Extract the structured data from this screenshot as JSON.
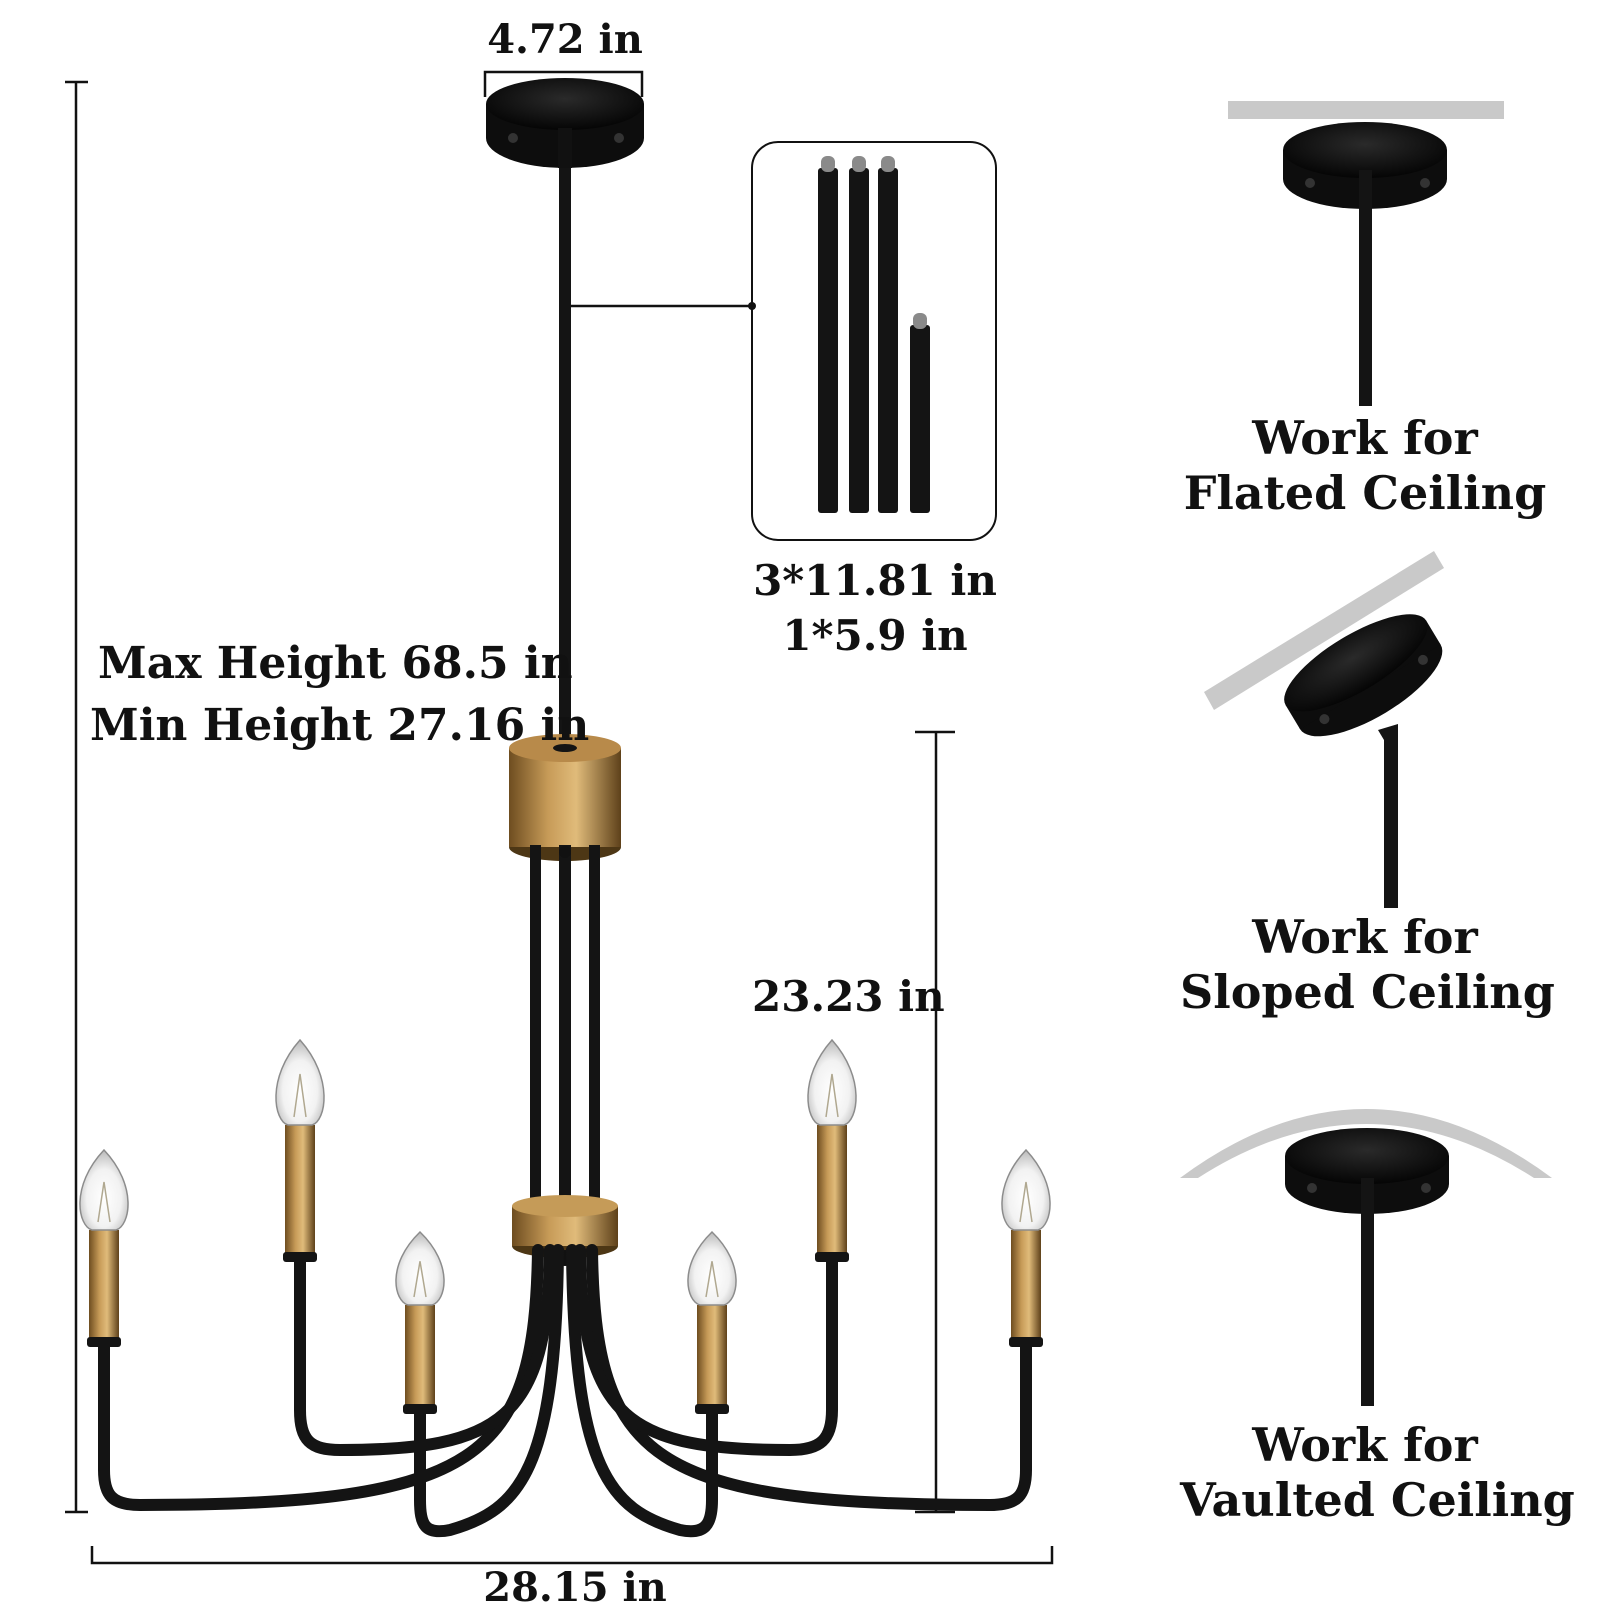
{
  "dimensions": {
    "canopy_width": "4.72 in",
    "rod_sizes_line1": "3*11.81 in",
    "rod_sizes_line2": "1*5.9 in",
    "max_height": "Max Height 68.5 in",
    "min_height": "Min Height 27.16 in",
    "body_height": "23.23 in",
    "total_width": "28.15 in"
  },
  "mounting": [
    {
      "line1": "Work for",
      "line2": "Flated Ceiling"
    },
    {
      "line1": "Work for",
      "line2": "Sloped Ceiling"
    },
    {
      "line1": "Work for",
      "line2": "Vaulted Ceiling"
    }
  ],
  "colors": {
    "metal_black": "#141414",
    "brass": "#a57a3c",
    "ceiling_gray": "#c9c9c9",
    "text": "#111111"
  }
}
